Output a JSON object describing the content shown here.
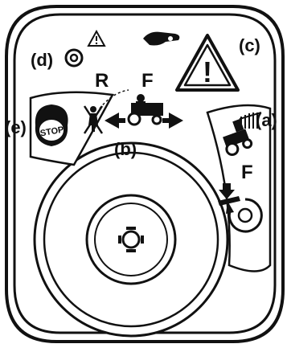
{
  "callouts": {
    "a": "(a)",
    "b": "(b)",
    "c": "(c)",
    "d": "(d)",
    "e": "(e)"
  },
  "direction_labels": {
    "reverse": "R",
    "forward": "F",
    "forward_small": "F"
  },
  "stop_label": "STOP",
  "warning_symbol": "!",
  "icons": [
    "warning-triangle-icon",
    "safety-ring-icon",
    "hand-pointer-icon",
    "stop-button-icon",
    "no-person-icon",
    "tractor-icon",
    "tractor-slope-icon",
    "pedal-down-icon",
    "key-slot-icon"
  ]
}
